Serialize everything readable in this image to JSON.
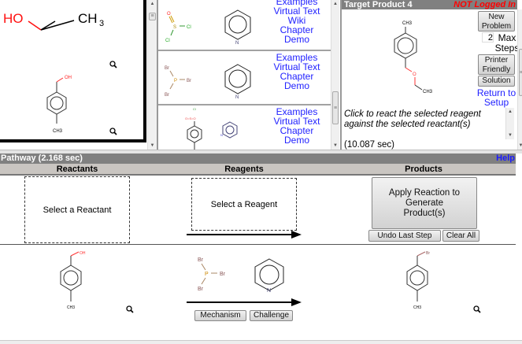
{
  "reactant_panel": {
    "molecules": [
      {
        "name": "ethanol",
        "labels": {
          "oh": "HO",
          "ch3": "CH",
          "sub": "3"
        }
      },
      {
        "name": "4-methylbenzyl-alcohol",
        "labels": {
          "oh": "OH",
          "ch3": "CH3"
        }
      }
    ]
  },
  "reagent_list": {
    "rows": [
      {
        "atoms": {
          "o": "O",
          "s": "S",
          "cl1": "Cl",
          "cl2": "Cl",
          "n": "N"
        },
        "links": [
          "Examples",
          "Virtual Text",
          "Wiki",
          "Chapter",
          "Demo"
        ]
      },
      {
        "atoms": {
          "br1": "Br",
          "p": "P",
          "br2": "Br",
          "br3": "Br",
          "n": "N"
        },
        "links": [
          "Examples",
          "Virtual Text",
          "Chapter",
          "Demo"
        ]
      },
      {
        "atoms": {
          "cl": "Cl",
          "so2": "O=S=O",
          "n": "N"
        },
        "links": [
          "Examples",
          "Virtual Text",
          "Chapter",
          "Demo"
        ]
      }
    ]
  },
  "target": {
    "title": "Target Product 4",
    "login_status": "NOT Logged In",
    "molecule_labels": {
      "ch3_top": "CH3",
      "o": "O",
      "ch3_bottom": "CH3"
    },
    "new_problem": "New Problem",
    "max_steps_value": "2",
    "max_steps_label": "Max Steps",
    "printer_friendly": "Printer Friendly",
    "solution": "Solution",
    "return_to_setup": "Return to Setup",
    "message": "Click to react the selected reagent against the selected reactant(s)",
    "timing": "(10.087 sec)"
  },
  "pathway": {
    "title": "Pathway (2.168 sec)",
    "help": "Help",
    "columns": [
      "Reactants",
      "Reagents",
      "Products"
    ],
    "select_reactant": "Select a Reactant",
    "select_reagent": "Select a Reagent",
    "apply_reaction": "Apply Reaction to Generate Product(s)",
    "undo": "Undo Last Step",
    "clear_all": "Clear All",
    "step1": {
      "reactant_labels": {
        "oh": "OH",
        "ch3": "CH3"
      },
      "reagent_labels": {
        "br1": "Br",
        "p": "P",
        "br2": "Br",
        "br3": "Br",
        "n": "N"
      },
      "product_labels": {
        "br": "Br",
        "ch3": "CH3"
      },
      "mechanism": "Mechanism",
      "challenge": "Challenge"
    }
  },
  "colors": {
    "header_gray": "#808080",
    "column_header": "#c9c5c1",
    "link_blue": "#2222ff",
    "login_red": "#ff0000",
    "oxygen": "#ff2020"
  }
}
